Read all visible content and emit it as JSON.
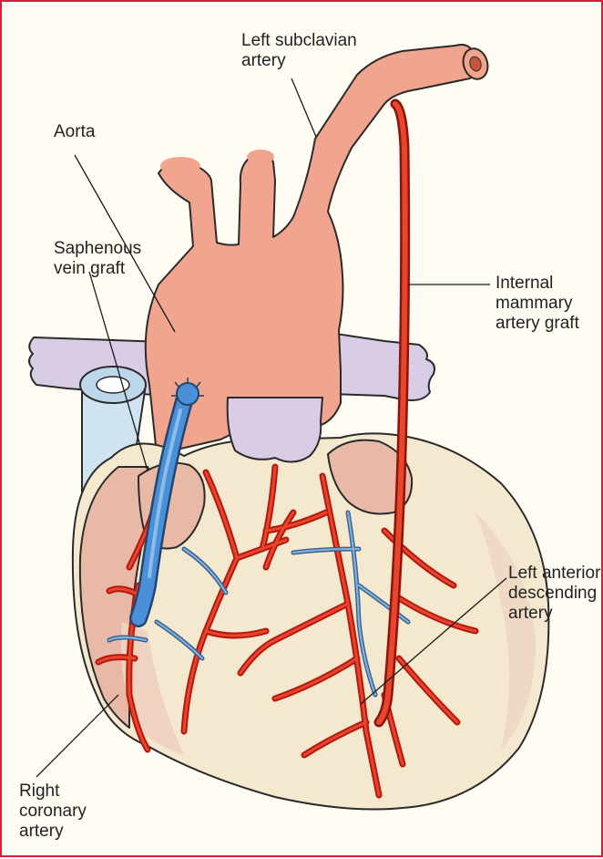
{
  "labels": {
    "left_subclavian": [
      "Left subclavian",
      "artery"
    ],
    "aorta": [
      "Aorta"
    ],
    "saphenous": [
      "Saphenous",
      "vein graft"
    ],
    "internal_mammary": [
      "Internal",
      "mammary",
      "artery graft"
    ],
    "left_anterior": [
      "Left anterior",
      "descending",
      "artery"
    ],
    "right_coronary": [
      "Right",
      "coronary",
      "artery"
    ]
  },
  "colors": {
    "frame": "#d61f3a",
    "artery": "#f2a58e",
    "vein_graft": "#4a90d9",
    "pulmonary": "#d9cde6",
    "vena_cava": "#cfe3f1",
    "heart_muscle": "#f4e8cf",
    "fat": "#e9b9a8",
    "coronary_artery": "#e8452d"
  }
}
